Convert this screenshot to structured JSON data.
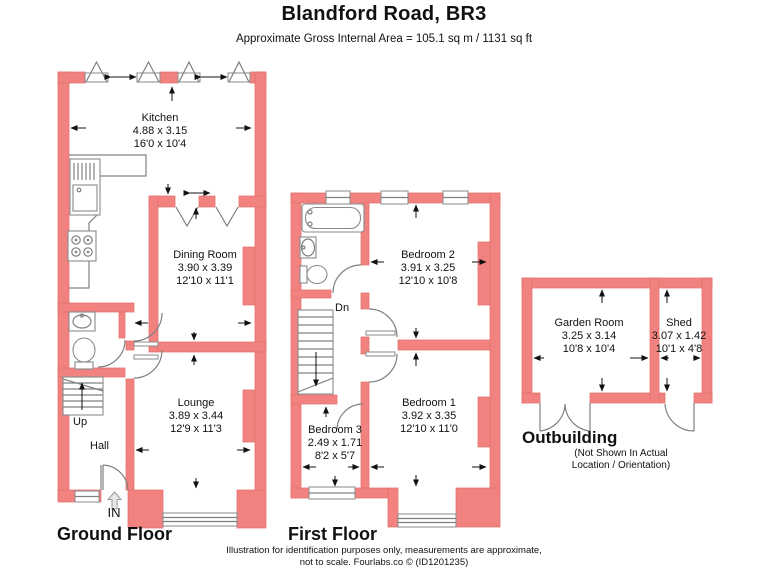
{
  "header": {
    "title": "Blandford Road, BR3",
    "subtitle": "Approximate Gross Internal Area = 105.1 sq m / 1131 sq ft"
  },
  "ground_floor": {
    "label": "Ground Floor",
    "kitchen": {
      "name": "Kitchen",
      "metric": "4.88 x 3.15",
      "imperial": "16'0 x 10'4"
    },
    "dining_room": {
      "name": "Dining Room",
      "metric": "3.90 x 3.39",
      "imperial": "12'10 x 11'1"
    },
    "lounge": {
      "name": "Lounge",
      "metric": "3.89 x 3.44",
      "imperial": "12'9 x 11'3"
    },
    "hall_label": "Hall",
    "up_label": "Up",
    "in_label": "IN"
  },
  "first_floor": {
    "label": "First Floor",
    "bedroom_2": {
      "name": "Bedroom 2",
      "metric": "3.91 x 3.25",
      "imperial": "12'10 x 10'8"
    },
    "bedroom_1": {
      "name": "Bedroom 1",
      "metric": "3.92 x 3.35",
      "imperial": "12'10 x 11'0"
    },
    "bedroom_3": {
      "name": "Bedroom 3",
      "metric": "2.49 x 1.71",
      "imperial": "8'2 x 5'7"
    },
    "down_label": "Dn"
  },
  "outbuilding": {
    "label": "Outbuilding",
    "note_line_1": "(Not Shown In Actual",
    "note_line_2": "Location / Orientation)",
    "garden_room": {
      "name": "Garden Room",
      "metric": "3.25 x 3.14",
      "imperial": "10'8 x 10'4"
    },
    "shed": {
      "name": "Shed",
      "metric": "3.07 x 1.42",
      "imperial": "10'1 x 4'8"
    }
  },
  "footer": {
    "line_1": "Illustration for identification purposes only, measurements are approximate,",
    "line_2": "not to scale. Fourlabs.co © (ID1201235)"
  },
  "colors": {
    "wall": "#f2827f"
  }
}
